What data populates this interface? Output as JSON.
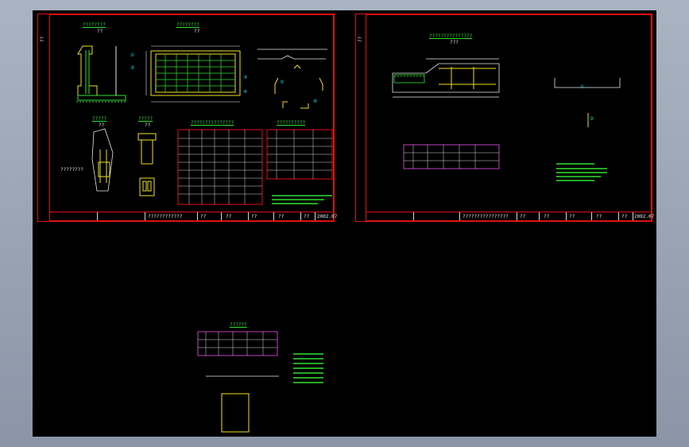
{
  "viewer": {
    "background_color": "#000000",
    "border_color": "#e01010"
  },
  "sheet1": {
    "side_label": "??",
    "titles": {
      "section_a": "????????",
      "section_a_sub": "??",
      "plan": "????????",
      "plan_sub": "??",
      "detail1": "?????",
      "detail1_sub": "??",
      "detail2": "?????",
      "detail2_sub": "??",
      "table1": "????(??)???????",
      "table2": "??????????"
    },
    "callouts": [
      "①",
      "②",
      "③",
      "④",
      "⑤",
      "⑥"
    ],
    "dim_label": "????????",
    "title_block": {
      "name": "????????????",
      "cells": [
        "??",
        "??",
        "??",
        "??",
        "??"
      ],
      "date": "2002.07"
    }
  },
  "sheet2": {
    "side_label": "??",
    "titles": {
      "elevation": "???????????????",
      "elevation_sub": "???"
    },
    "title_block": {
      "name": "????????????????",
      "cells": [
        "??",
        "??",
        "??",
        "??",
        "??"
      ],
      "date": "2002.07"
    }
  },
  "loose_area": {
    "table_title": "??????"
  },
  "icons": [
    "zoom-extents-icon"
  ]
}
